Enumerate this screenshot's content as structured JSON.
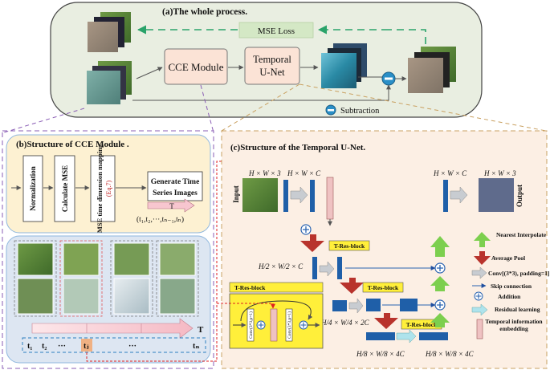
{
  "panel_a": {
    "title": "(a)The whole process.",
    "mse_loss": "MSE Loss",
    "cce_module": "CCE Module",
    "temporal_unet_line1": "Temporal",
    "temporal_unet_line2": "U-Net",
    "subtraction": "Subtraction"
  },
  "panel_b": {
    "title": "(b)Structure of CCE Module .",
    "steps": [
      "Normalization",
      "Calculate MSE",
      "MSE time dimension mapping",
      "(Eq.7)"
    ],
    "generate_line1": "Generate Time",
    "generate_line2": "Series Images",
    "time_arrow_label": "T",
    "time_sequence": "(t₁,t₂,···,tₙ₋₁,tₙ)",
    "timeline_label": "T",
    "t1": "t₁",
    "t2": "t₂",
    "dots": "···",
    "tj": "tⱼ",
    "tn": "tₙ"
  },
  "panel_c": {
    "title": "(c)Structure of the Temporal U-Net.",
    "input_label": "Input",
    "output_label": "Output",
    "dim_in1": "H × W × 3",
    "dim_in2": "H × W × C",
    "dim_out1": "H × W × C",
    "dim_out2": "H × W × 3",
    "level2_dim": "H/2 × W/2 × C",
    "level3_dim": "H/4 × W/4 × 2C",
    "level4_dim_left": "H/8 × W/8 × 4C",
    "level4_dim_right": "H/8 × W/8 × 4C",
    "t_res_block": "T-Res-block",
    "conv_label": "Conv(3*3,p=1)",
    "legend": {
      "nearest_interpolate": "Nearest Interpolate",
      "average_pool": "Average Pool",
      "conv": "Conv[(3*3), padding=1]",
      "skip_connection": "Skip connection",
      "addition": "Addition",
      "residual_learning": "Residual learning",
      "temporal_embedding": "Temporal information embedding"
    }
  }
}
